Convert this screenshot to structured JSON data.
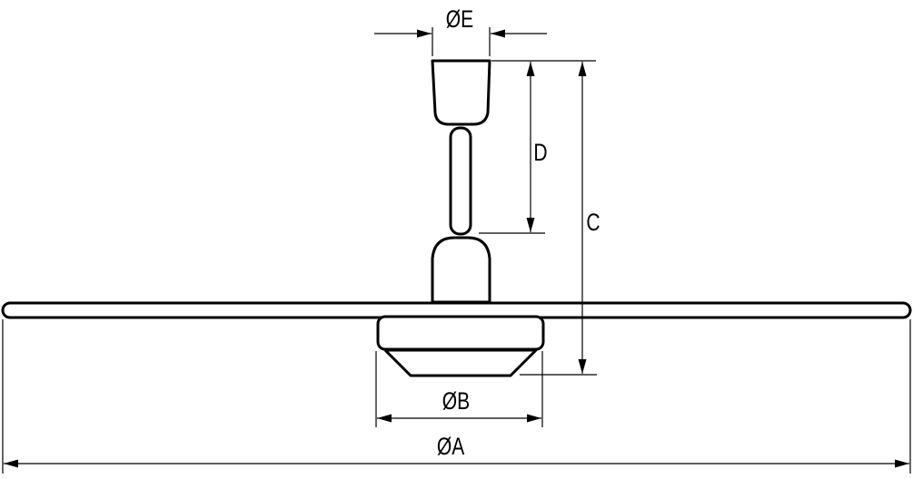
{
  "labels": {
    "dim_a": "ØA",
    "dim_b": "ØB",
    "dim_c": "C",
    "dim_d": "D",
    "dim_e": "ØE"
  }
}
